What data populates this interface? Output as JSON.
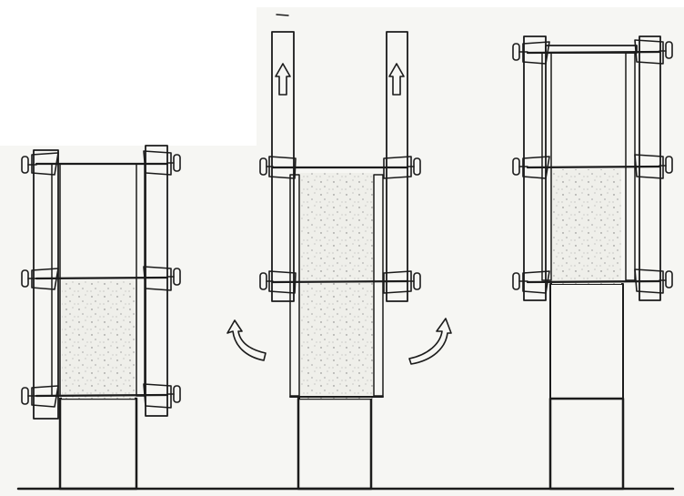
{
  "figure": {
    "stages": [
      {
        "id": "stage-1",
        "phase": "formwork-assembled-three-tie-levels",
        "tie_levels": 3,
        "concrete": "fresh-lower-lift",
        "arrows": []
      },
      {
        "id": "stage-2",
        "phase": "formwork-lifted",
        "tie_levels": 2,
        "concrete": "poured-between-panels",
        "arrows": [
          "up-arrow",
          "up-arrow",
          "curved-arrow",
          "curved-arrow"
        ]
      },
      {
        "id": "stage-3",
        "phase": "formwork-repositioned-higher",
        "tie_levels": 3,
        "concrete": "cast-wall-above-base",
        "arrows": []
      }
    ],
    "colors": {
      "ink": "#1b1b1b",
      "paper": "#ffffff",
      "panel": "#f3f3ef",
      "concrete": "#efefea",
      "board": "#5a5a5a"
    },
    "icons": [
      "up-arrow-icon",
      "curved-arrow-icon",
      "hatched-foundation",
      "stipple-concrete"
    ]
  }
}
